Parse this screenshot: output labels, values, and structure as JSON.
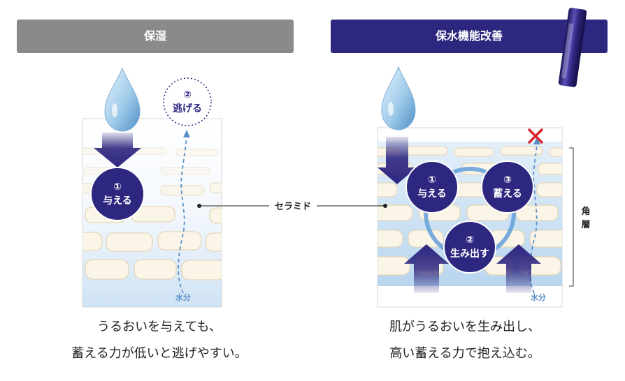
{
  "left_panel": {
    "header": "保湿",
    "step_give": {
      "number": "①",
      "label": "与える"
    },
    "step_escape": {
      "number": "②",
      "label": "逃げる"
    },
    "water_label": "水分",
    "caption": [
      "うるおいを与えても、",
      "蓄える力が低いと逃げやすい。"
    ]
  },
  "right_panel": {
    "header": "保水機能改善",
    "step_give": {
      "number": "①",
      "label": "与える"
    },
    "step_produce": {
      "number": "②",
      "label": "生み出す"
    },
    "step_store": {
      "number": "③",
      "label": "蓄える"
    },
    "water_label": "水分",
    "stratum_label": "角層",
    "caption": [
      "肌がうるおいを生み出し、",
      "高い蓄える力で抱え込む。"
    ]
  },
  "center_label": "セラミド",
  "colors": {
    "navy": "#2e2780",
    "gray_header": "#8a8a8a",
    "water_blue": "#5b8fc9",
    "cell_fill": "#fbf5e8",
    "cell_stroke": "#e8dcc2",
    "cross_red": "#d9232d"
  }
}
